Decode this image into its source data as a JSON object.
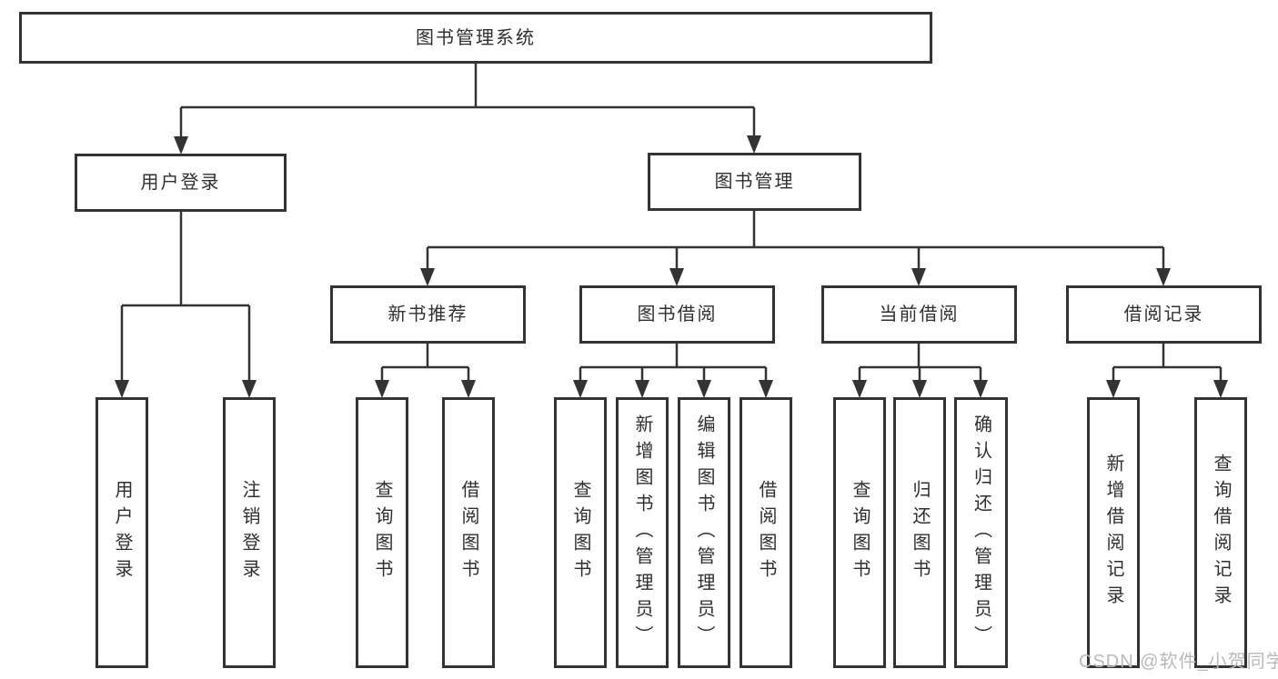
{
  "diagram": {
    "root": {
      "label": "图书管理系统"
    },
    "level2": [
      {
        "label": "用户登录"
      },
      {
        "label": "图书管理"
      }
    ],
    "level3": [
      {
        "label": "新书推荐"
      },
      {
        "label": "图书借阅"
      },
      {
        "label": "当前借阅"
      },
      {
        "label": "借阅记录"
      }
    ],
    "leaves": {
      "user_login": [
        "用户登录",
        "注销登录"
      ],
      "new_books": [
        "查询图书",
        "借阅图书"
      ],
      "book_borrow": [
        "查询图书",
        "新增图书（管理员）",
        "编辑图书（管理员）",
        "借阅图书"
      ],
      "current_borrow": [
        "查询图书",
        "归还图书",
        "确认归还（管理员）"
      ],
      "borrow_records": [
        "新增借阅记录",
        "查询借阅记录"
      ]
    }
  },
  "watermark": {
    "text": "CSDN @软件_小贺同学"
  },
  "colors": {
    "line": "#333333",
    "text": "#2f2f2f",
    "watermark": "#b9b9b9",
    "background": "#ffffff"
  }
}
